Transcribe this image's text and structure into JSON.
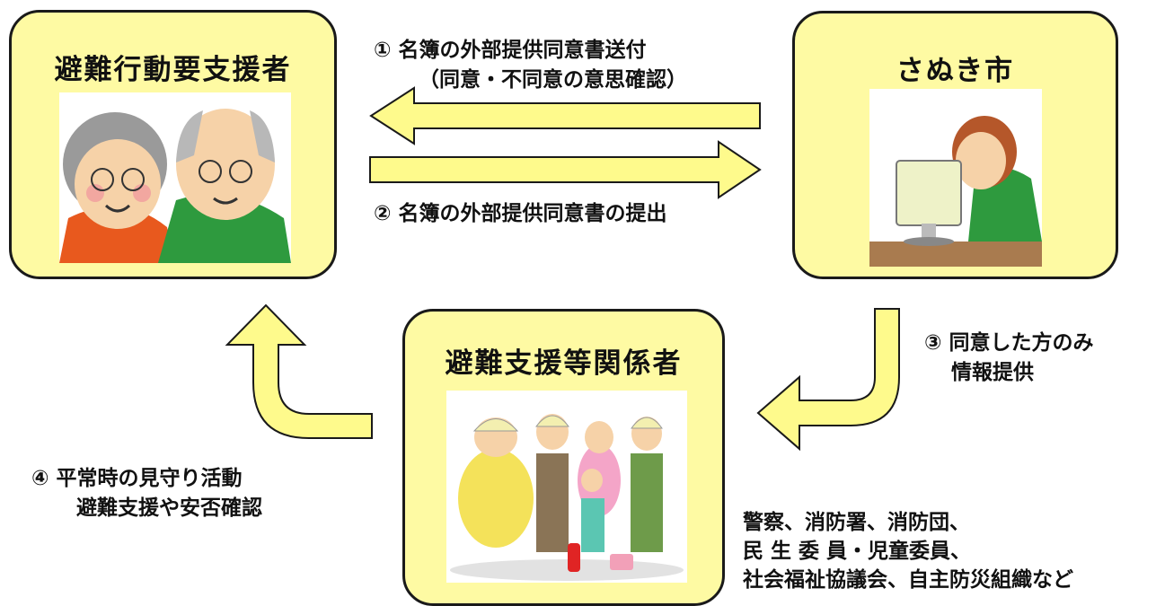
{
  "nodes": {
    "support_needed": {
      "title": "避難行動要支援者",
      "illustration": "elderly-couple-illustration"
    },
    "city": {
      "title": "さぬき市",
      "illustration": "office-worker-computer-illustration"
    },
    "supporters": {
      "title": "避難支援等関係者",
      "illustration": "community-volunteers-illustration"
    }
  },
  "steps": {
    "step1": {
      "line1": "① 名簿の外部提供同意書送付",
      "line2": "（同意・不同意の意思確認）"
    },
    "step2": {
      "line1": "② 名簿の外部提供同意書の提出"
    },
    "step3": {
      "line1": "③ 同意した方のみ",
      "line2": "情報提供"
    },
    "step4": {
      "line1": "④ 平常時の見守り活動",
      "line2": "避難支援や安否確認"
    }
  },
  "supporter_list": {
    "line1": "警察、消防署、消防団、",
    "line2": "民 生 委 員・児童委員、",
    "line3": "社会福祉協議会、自主防災組織など"
  },
  "colors": {
    "box_fill": "#fefaa3",
    "arrow_fill": "#fefa8c",
    "border": "#1a1a1a"
  }
}
